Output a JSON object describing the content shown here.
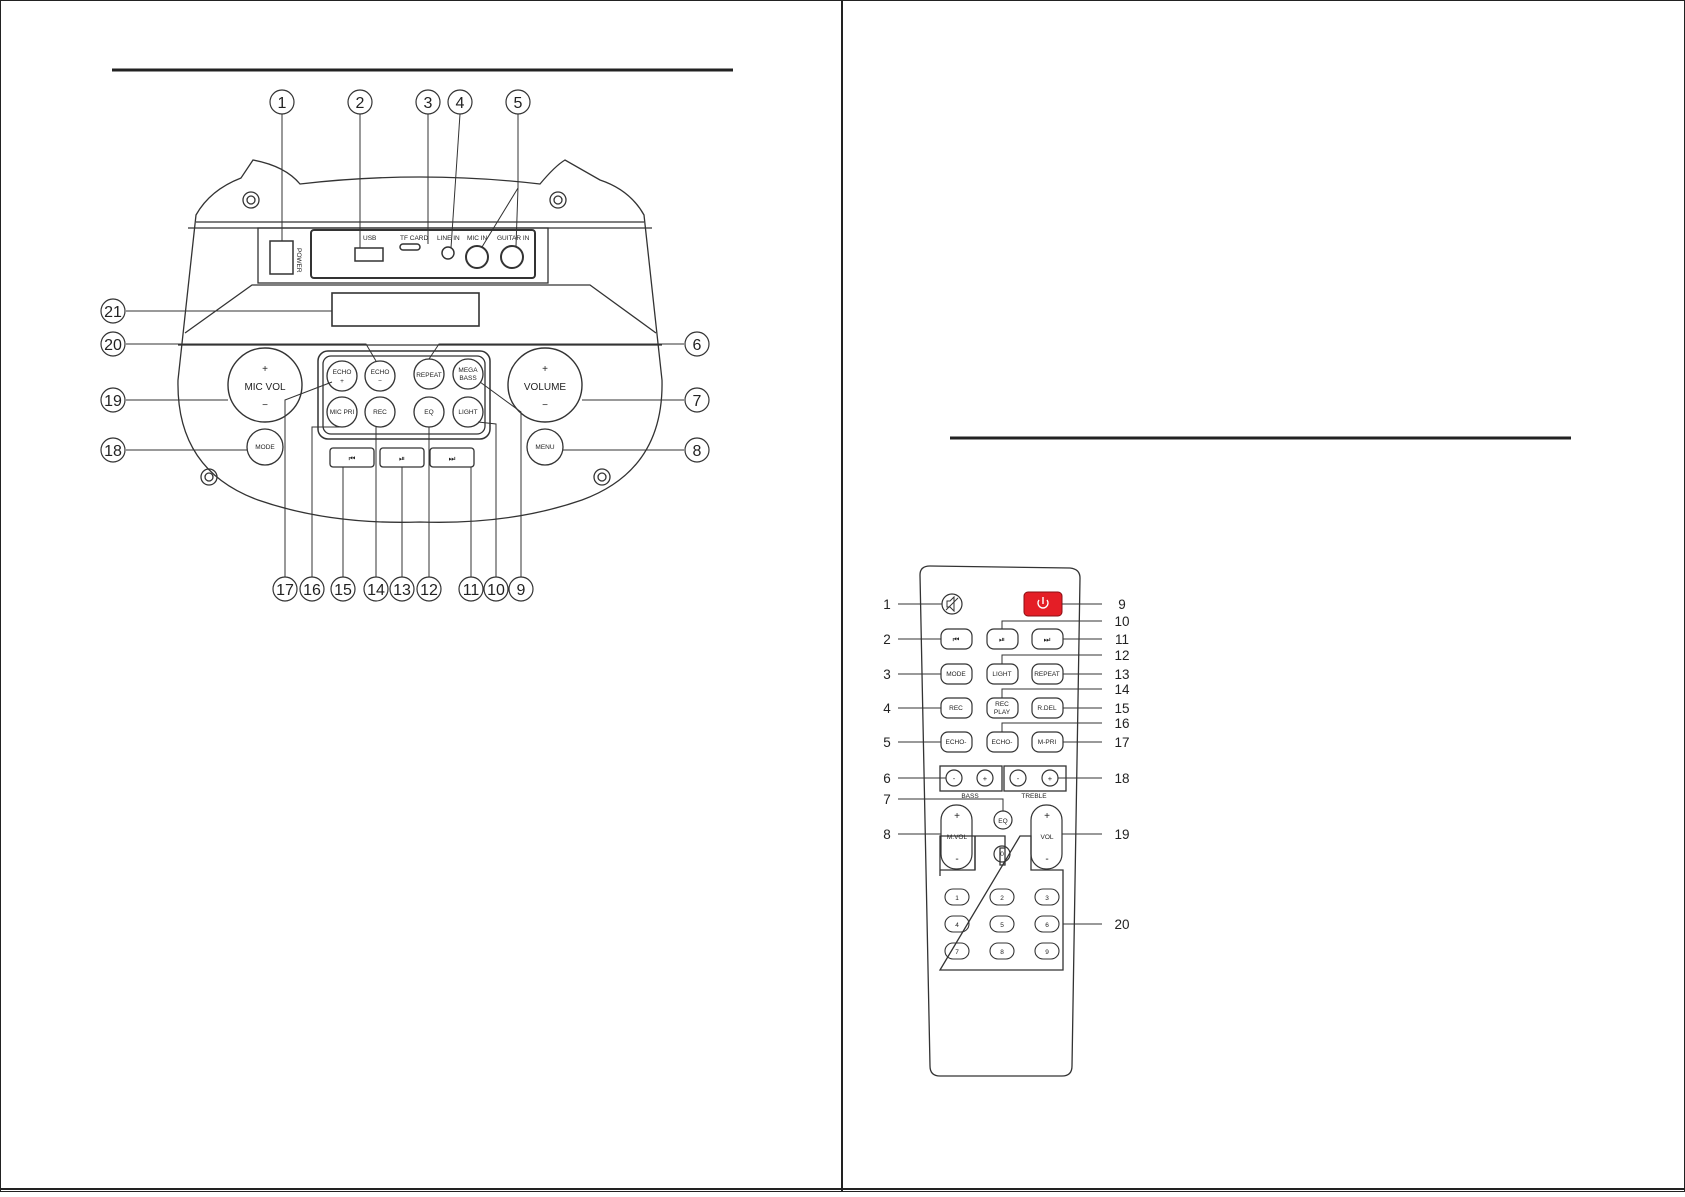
{
  "speaker": {
    "callouts": [
      "1",
      "2",
      "3",
      "4",
      "5",
      "6",
      "7",
      "8",
      "9",
      "10",
      "11",
      "12",
      "13",
      "14",
      "15",
      "16",
      "17",
      "18",
      "19",
      "20",
      "21"
    ],
    "port_labels": {
      "power": "POWER",
      "usb": "USB",
      "tf_card": "TF CARD",
      "line_in": "LINE IN",
      "mic_in": "MIC IN",
      "guitar_in": "GUITAR IN"
    },
    "knobs": {
      "mic_vol": "MIC VOL",
      "volume": "VOLUME",
      "plus": "+",
      "minus": "−"
    },
    "buttons": {
      "echo_plus": "ECHO",
      "echo_minus": "ECHO",
      "repeat": "REPEAT",
      "mega_bass_1": "MEGA",
      "mega_bass_2": "BASS",
      "mic_pri": "MIC PRI",
      "rec": "REC",
      "eq": "EQ",
      "light": "LIGHT",
      "mode": "MODE",
      "menu": "MENU",
      "prev": "⏮",
      "play_pause": "⏯",
      "next": "⏭"
    }
  },
  "remote": {
    "left_callouts": [
      "1",
      "2",
      "3",
      "4",
      "5",
      "6",
      "7",
      "8"
    ],
    "right_callouts": [
      "9",
      "10",
      "11",
      "12",
      "13",
      "14",
      "15",
      "16",
      "17",
      "18",
      "19",
      "20"
    ],
    "buttons": {
      "prev": "⏮",
      "play_pause": "⏯",
      "next": "⏭",
      "mode": "MODE",
      "light": "LIGHT",
      "repeat": "REPEAT",
      "rec": "REC",
      "rec_play_1": "REC",
      "rec_play_2": "PLAY",
      "r_del": "R.DEL",
      "echo_minus_left": "ECHO-",
      "echo_minus_mid": "ECHO-",
      "m_pri": "M-PRI",
      "minus": "-",
      "plus": "+",
      "bass": "BASS",
      "treble": "TREBLE",
      "eq": "EQ",
      "m_vol": "M.VOL",
      "vol": "VOL",
      "zero": "0"
    },
    "numpad": [
      "1",
      "2",
      "3",
      "4",
      "5",
      "6",
      "7",
      "8",
      "9"
    ],
    "colors": {
      "power": "#e41e26"
    }
  }
}
